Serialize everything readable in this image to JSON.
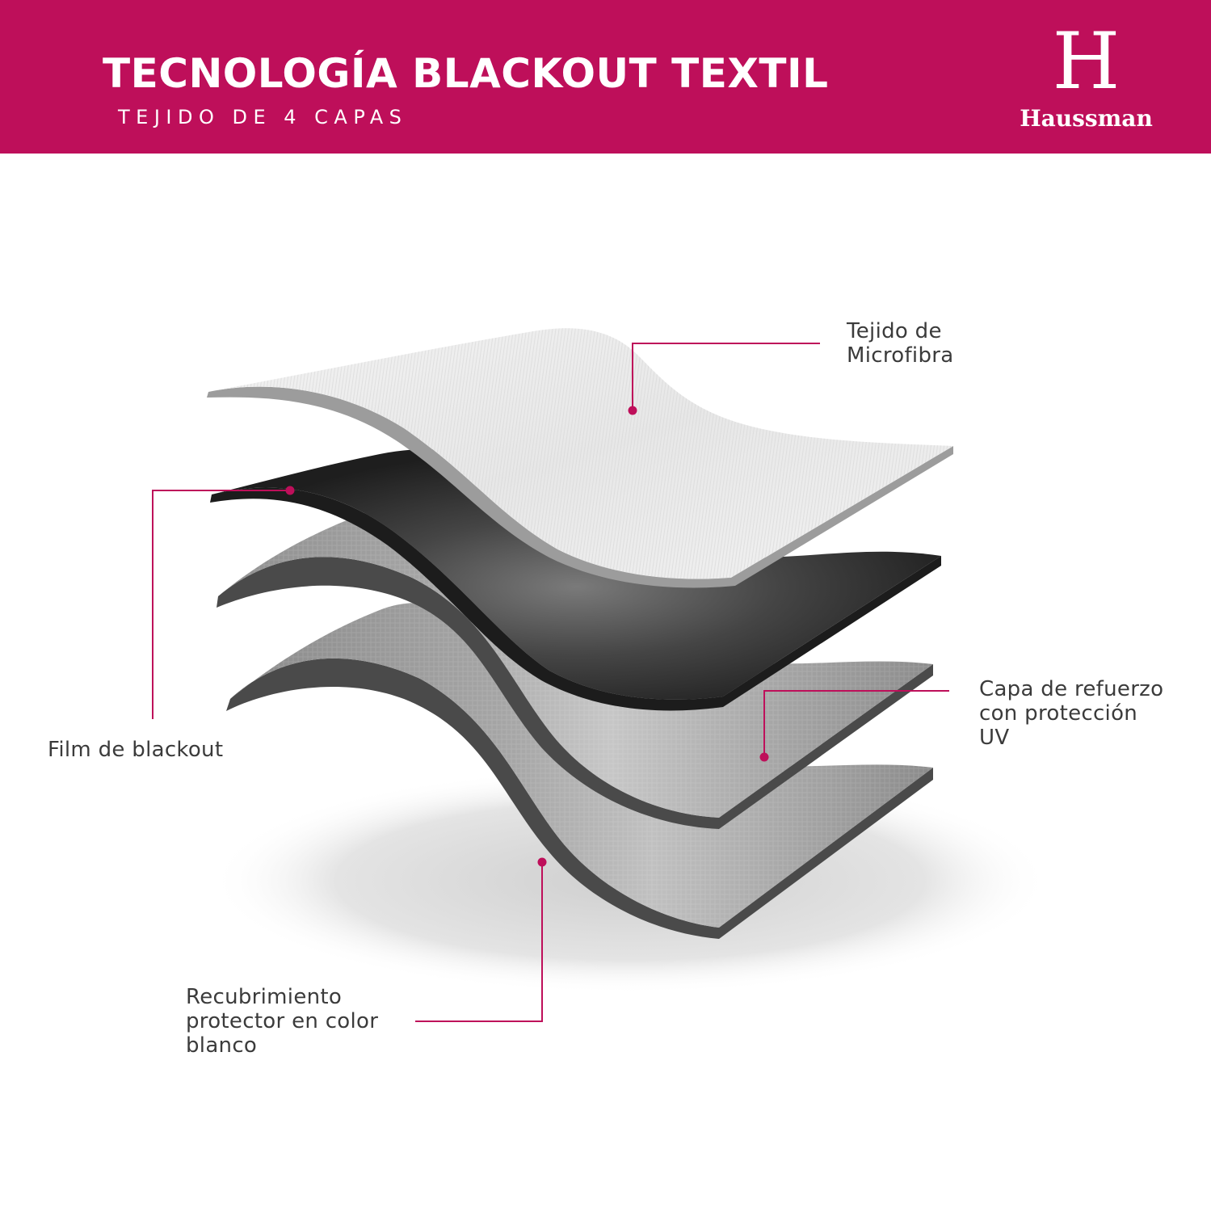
{
  "header": {
    "title": "TECNOLOGÍA BLACKOUT TEXTIL",
    "subtitle": "TEJIDO DE 4 CAPAS",
    "background_color": "#be0f5a"
  },
  "logo": {
    "mark": "H",
    "name": "Haussman"
  },
  "accent_color": "#be0f5a",
  "layers": [
    {
      "label": "Tejido de\nMicrofibra"
    },
    {
      "label": "Film de blackout"
    },
    {
      "label": "Capa de refuerzo\ncon protección\nUV"
    },
    {
      "label": "Recubrimiento\nprotector en color\nblanco"
    }
  ]
}
